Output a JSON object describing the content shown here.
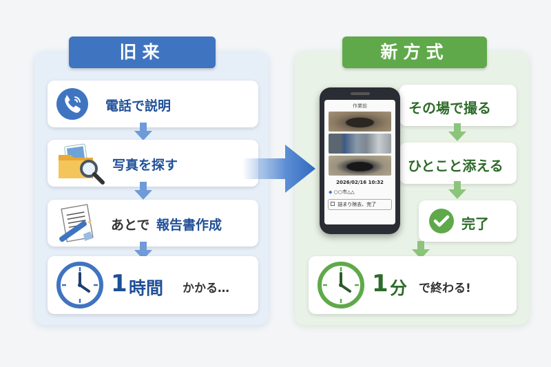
{
  "old": {
    "title": "旧来",
    "steps": [
      {
        "label": "電話で説明",
        "icon": "phone-icon"
      },
      {
        "label": "写真を探す",
        "icon": "folder-search-icon"
      },
      {
        "label_prefix": "あとで",
        "label_main": "報告書作成",
        "icon": "document-pen-icon"
      }
    ],
    "result": {
      "number": "1",
      "unit": "時間",
      "suffix": "かかる…",
      "icon": "clock-icon"
    }
  },
  "new": {
    "title": "新方式",
    "steps": [
      {
        "label": "その場で撮る"
      },
      {
        "label": "ひとこと添える"
      },
      {
        "label": "完了",
        "icon": "check-circle-icon"
      }
    ],
    "result": {
      "number": "1",
      "unit": "分",
      "suffix": "で終わる!",
      "icon": "clock-icon"
    }
  },
  "phone": {
    "screen_title": "作業前",
    "date": "2026/02/16 10:32",
    "location": "○○市△△",
    "note": "詰まり除去、完了"
  },
  "colors": {
    "old_accent": "#3f74c0",
    "new_accent": "#5fa94a",
    "old_text": "#1f4f98",
    "new_text": "#2d6b2a"
  }
}
